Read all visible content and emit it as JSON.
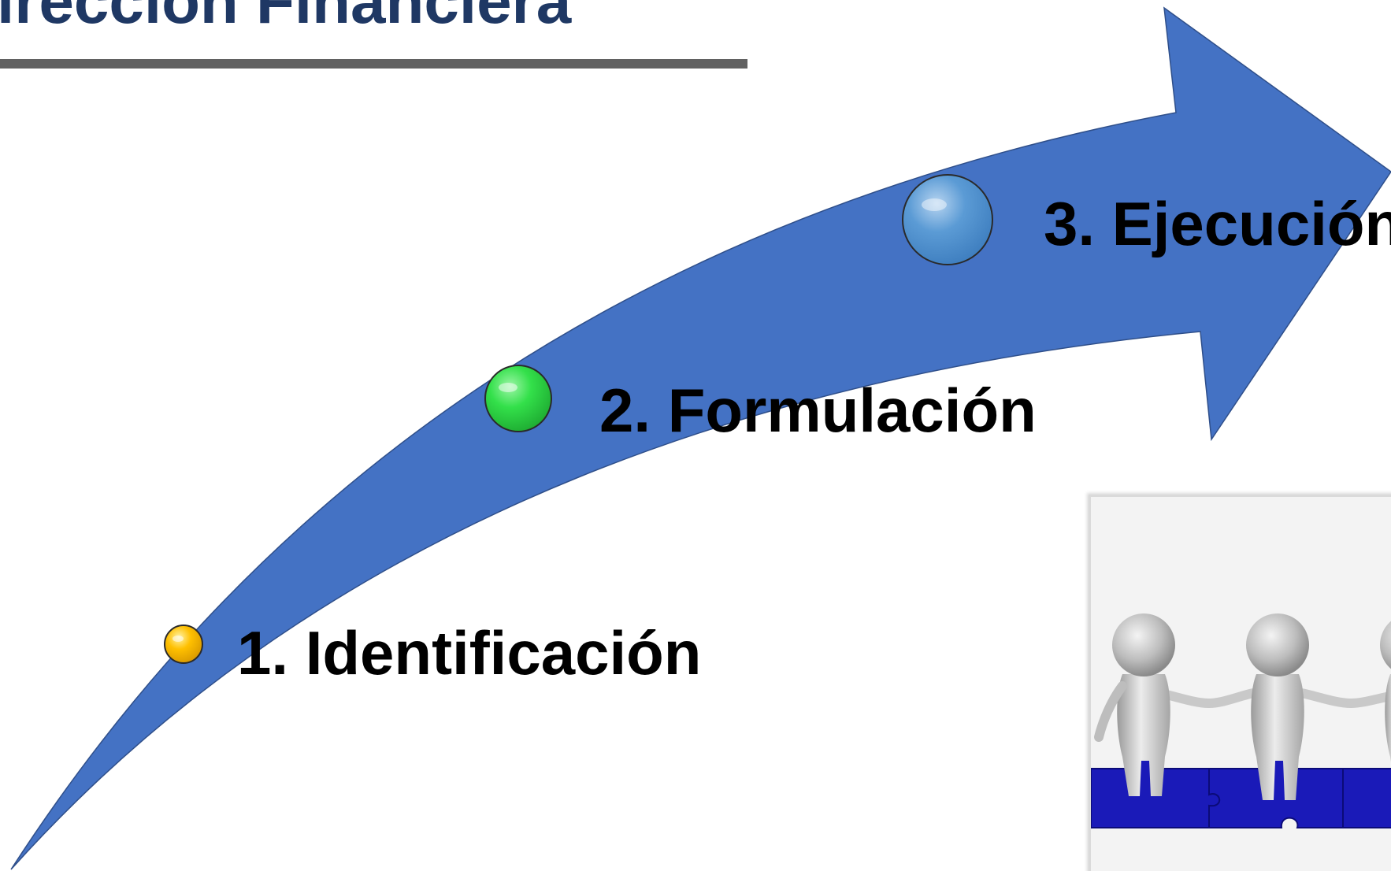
{
  "slide": {
    "title": "irección Financiera",
    "colors": {
      "title": "#1f3864",
      "underline": "#616161",
      "arrow": "#4472c4",
      "step_1_dot": "#ffc000",
      "step_2_dot": "#33e04a",
      "step_3_dot": "#5b9bd5"
    }
  },
  "steps": [
    {
      "label": "1. Identificación",
      "icon": "yellow-dot-icon"
    },
    {
      "label": "2. Formulación",
      "icon": "green-dot-icon"
    },
    {
      "label": "3. Ejecución",
      "icon": "blue-dot-icon"
    }
  ],
  "illustration": {
    "subject": "figures holding hands on blue puzzle pieces",
    "icon": "team-puzzle-illustration"
  }
}
